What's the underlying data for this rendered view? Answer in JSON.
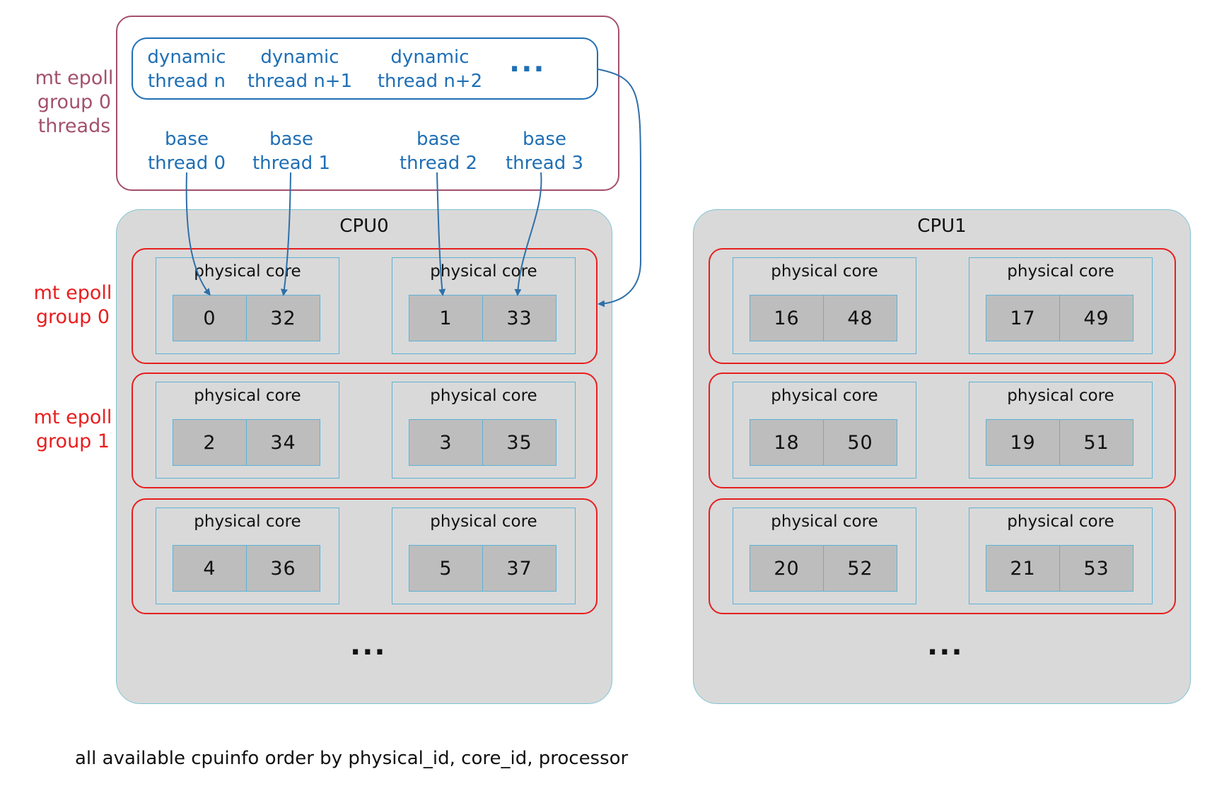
{
  "colors": {
    "thread_group_border": "#a3506c",
    "thread_text": "#1f6fb5",
    "epoll_group_border": "#e81e1e",
    "cpu_fill": "#d9d9d9",
    "core_border": "#5bb3d6",
    "processor_fill": "#bdbdbd"
  },
  "thread_group": {
    "label_lines": [
      "mt epoll",
      "group 0",
      "threads"
    ],
    "dynamic_threads": [
      {
        "line1": "dynamic",
        "line2": "thread n"
      },
      {
        "line1": "dynamic",
        "line2": "thread n+1"
      },
      {
        "line1": "dynamic",
        "line2": "thread n+2"
      }
    ],
    "dynamic_ellipsis": "...",
    "base_threads": [
      {
        "line1": "base",
        "line2": "thread 0"
      },
      {
        "line1": "base",
        "line2": "thread 1"
      },
      {
        "line1": "base",
        "line2": "thread 2"
      },
      {
        "line1": "base",
        "line2": "thread 3"
      }
    ]
  },
  "epoll_group_labels": [
    {
      "line1": "mt epoll",
      "line2": "group 0"
    },
    {
      "line1": "mt epoll",
      "line2": "group 1"
    }
  ],
  "core_title": "physical core",
  "cpus": [
    {
      "name": "CPU0",
      "groups": [
        {
          "cores": [
            [
              "0",
              "32"
            ],
            [
              "1",
              "33"
            ]
          ]
        },
        {
          "cores": [
            [
              "2",
              "34"
            ],
            [
              "3",
              "35"
            ]
          ]
        },
        {
          "cores": [
            [
              "4",
              "36"
            ],
            [
              "5",
              "37"
            ]
          ]
        }
      ],
      "ellipsis": "..."
    },
    {
      "name": "CPU1",
      "groups": [
        {
          "cores": [
            [
              "16",
              "48"
            ],
            [
              "17",
              "49"
            ]
          ]
        },
        {
          "cores": [
            [
              "18",
              "50"
            ],
            [
              "19",
              "51"
            ]
          ]
        },
        {
          "cores": [
            [
              "20",
              "52"
            ],
            [
              "21",
              "53"
            ]
          ]
        }
      ],
      "ellipsis": "..."
    }
  ],
  "footer": "all available cpuinfo order by physical_id, core_id, processor"
}
